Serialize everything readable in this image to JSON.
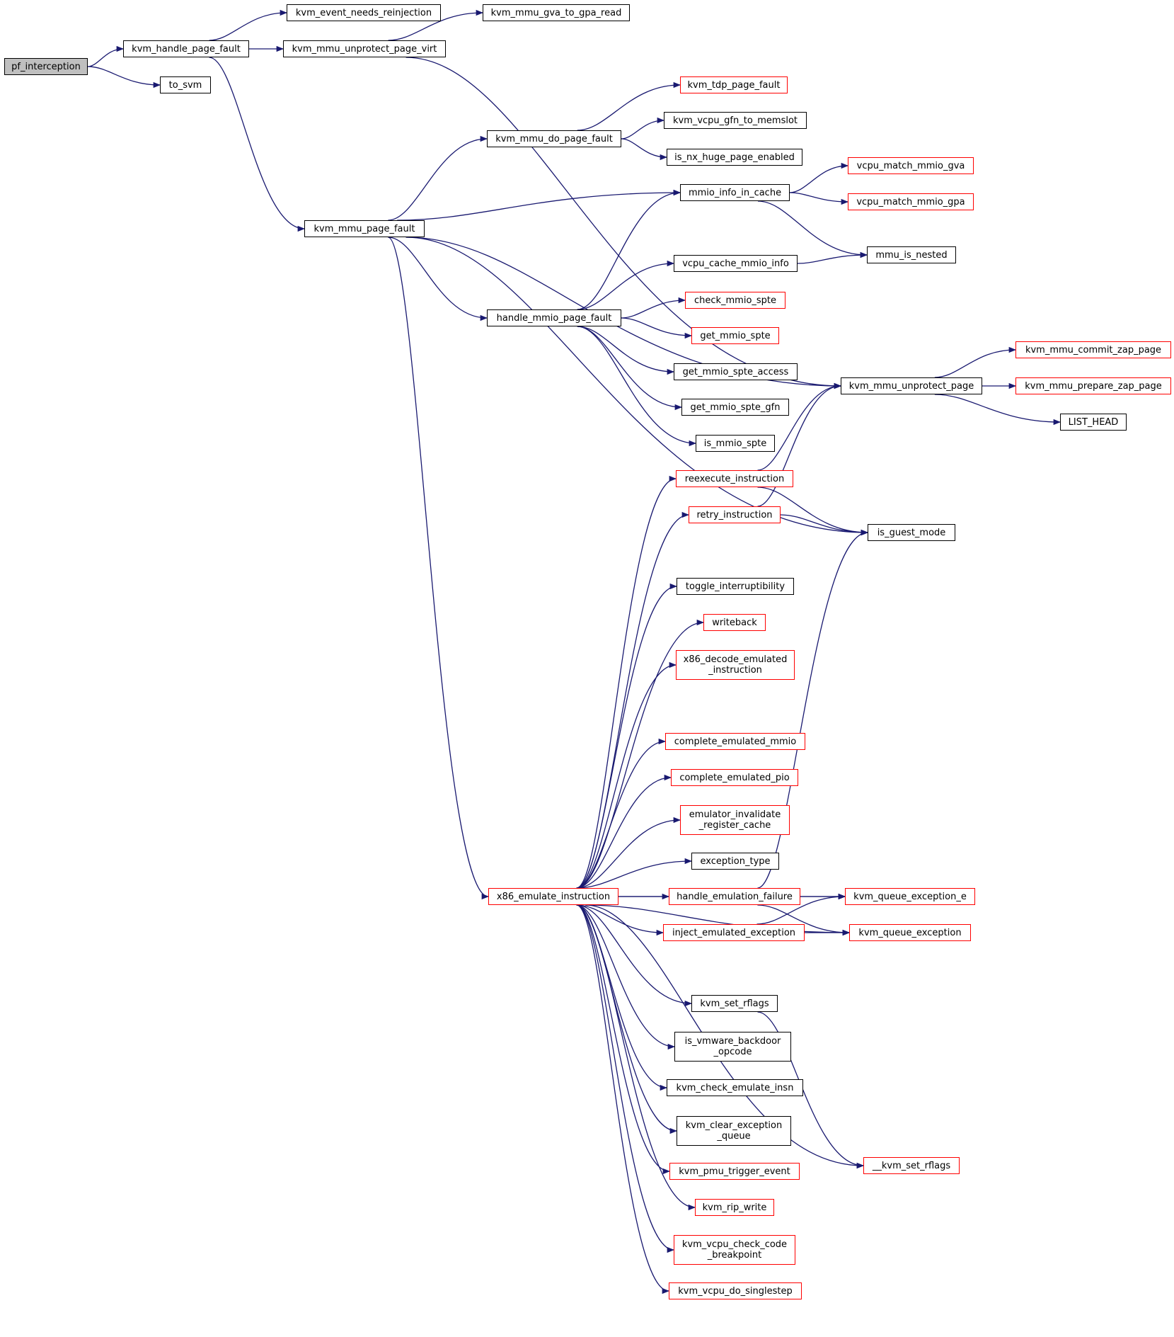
{
  "colors": {
    "edge": "#191970",
    "border_normal": "#000000",
    "border_truncated": "#ff0000",
    "root_fill": "#bfbfbf"
  },
  "nodes": [
    {
      "id": "pf_interception",
      "label": "pf_interception",
      "kind": "root"
    },
    {
      "id": "kvm_handle_page_fault",
      "label": "kvm_handle_page_fault",
      "kind": "normal"
    },
    {
      "id": "to_svm",
      "label": "to_svm",
      "kind": "normal"
    },
    {
      "id": "kvm_event_needs_reinjection",
      "label": "kvm_event_needs_reinjection",
      "kind": "normal"
    },
    {
      "id": "kvm_mmu_unprotect_page_virt",
      "label": "kvm_mmu_unprotect_page_virt",
      "kind": "normal"
    },
    {
      "id": "kvm_mmu_gva_to_gpa_read",
      "label": "kvm_mmu_gva_to_gpa_read",
      "kind": "normal"
    },
    {
      "id": "kvm_mmu_page_fault",
      "label": "kvm_mmu_page_fault",
      "kind": "normal"
    },
    {
      "id": "kvm_mmu_do_page_fault",
      "label": "kvm_mmu_do_page_fault",
      "kind": "normal"
    },
    {
      "id": "kvm_tdp_page_fault",
      "label": "kvm_tdp_page_fault",
      "kind": "red"
    },
    {
      "id": "kvm_vcpu_gfn_to_memslot",
      "label": "kvm_vcpu_gfn_to_memslot",
      "kind": "normal"
    },
    {
      "id": "is_nx_huge_page_enabled",
      "label": "is_nx_huge_page_enabled",
      "kind": "normal"
    },
    {
      "id": "mmio_info_in_cache",
      "label": "mmio_info_in_cache",
      "kind": "normal"
    },
    {
      "id": "vcpu_match_mmio_gva",
      "label": "vcpu_match_mmio_gva",
      "kind": "red"
    },
    {
      "id": "vcpu_match_mmio_gpa",
      "label": "vcpu_match_mmio_gpa",
      "kind": "red"
    },
    {
      "id": "mmu_is_nested",
      "label": "mmu_is_nested",
      "kind": "normal"
    },
    {
      "id": "vcpu_cache_mmio_info",
      "label": "vcpu_cache_mmio_info",
      "kind": "normal"
    },
    {
      "id": "handle_mmio_page_fault",
      "label": "handle_mmio_page_fault",
      "kind": "normal"
    },
    {
      "id": "check_mmio_spte",
      "label": "check_mmio_spte",
      "kind": "red"
    },
    {
      "id": "get_mmio_spte",
      "label": "get_mmio_spte",
      "kind": "red"
    },
    {
      "id": "get_mmio_spte_access",
      "label": "get_mmio_spte_access",
      "kind": "normal"
    },
    {
      "id": "get_mmio_spte_gfn",
      "label": "get_mmio_spte_gfn",
      "kind": "normal"
    },
    {
      "id": "is_mmio_spte",
      "label": "is_mmio_spte",
      "kind": "normal"
    },
    {
      "id": "kvm_mmu_commit_zap_page",
      "label": "kvm_mmu_commit_zap_page",
      "kind": "red"
    },
    {
      "id": "kvm_mmu_unprotect_page",
      "label": "kvm_mmu_unprotect_page",
      "kind": "normal"
    },
    {
      "id": "kvm_mmu_prepare_zap_page",
      "label": "kvm_mmu_prepare_zap_page",
      "kind": "red"
    },
    {
      "id": "LIST_HEAD",
      "label": "LIST_HEAD",
      "kind": "normal"
    },
    {
      "id": "reexecute_instruction",
      "label": "reexecute_instruction",
      "kind": "red"
    },
    {
      "id": "retry_instruction",
      "label": "retry_instruction",
      "kind": "red"
    },
    {
      "id": "is_guest_mode",
      "label": "is_guest_mode",
      "kind": "normal"
    },
    {
      "id": "toggle_interruptibility",
      "label": "toggle_interruptibility",
      "kind": "normal"
    },
    {
      "id": "writeback",
      "label": "writeback",
      "kind": "red"
    },
    {
      "id": "x86_decode_emulated_instruction",
      "label": "x86_decode_emulated\n_instruction",
      "kind": "red"
    },
    {
      "id": "complete_emulated_mmio",
      "label": "complete_emulated_mmio",
      "kind": "red"
    },
    {
      "id": "complete_emulated_pio",
      "label": "complete_emulated_pio",
      "kind": "red"
    },
    {
      "id": "emulator_invalidate_register_cache",
      "label": "emulator_invalidate\n_register_cache",
      "kind": "red"
    },
    {
      "id": "exception_type",
      "label": "exception_type",
      "kind": "normal"
    },
    {
      "id": "x86_emulate_instruction",
      "label": "x86_emulate_instruction",
      "kind": "red"
    },
    {
      "id": "handle_emulation_failure",
      "label": "handle_emulation_failure",
      "kind": "red"
    },
    {
      "id": "kvm_queue_exception_e",
      "label": "kvm_queue_exception_e",
      "kind": "red"
    },
    {
      "id": "inject_emulated_exception",
      "label": "inject_emulated_exception",
      "kind": "red"
    },
    {
      "id": "kvm_queue_exception",
      "label": "kvm_queue_exception",
      "kind": "red"
    },
    {
      "id": "kvm_set_rflags",
      "label": "kvm_set_rflags",
      "kind": "normal"
    },
    {
      "id": "is_vmware_backdoor_opcode",
      "label": "is_vmware_backdoor\n_opcode",
      "kind": "normal"
    },
    {
      "id": "kvm_check_emulate_insn",
      "label": "kvm_check_emulate_insn",
      "kind": "normal"
    },
    {
      "id": "kvm_clear_exception_queue",
      "label": "kvm_clear_exception\n_queue",
      "kind": "normal"
    },
    {
      "id": "__kvm_set_rflags",
      "label": "__kvm_set_rflags",
      "kind": "red"
    },
    {
      "id": "kvm_pmu_trigger_event",
      "label": "kvm_pmu_trigger_event",
      "kind": "red"
    },
    {
      "id": "kvm_rip_write",
      "label": "kvm_rip_write",
      "kind": "red"
    },
    {
      "id": "kvm_vcpu_check_code_breakpoint",
      "label": "kvm_vcpu_check_code\n_breakpoint",
      "kind": "red"
    },
    {
      "id": "kvm_vcpu_do_singlestep",
      "label": "kvm_vcpu_do_singlestep",
      "kind": "red"
    }
  ],
  "edges": [
    [
      "pf_interception",
      "kvm_handle_page_fault"
    ],
    [
      "pf_interception",
      "to_svm"
    ],
    [
      "kvm_handle_page_fault",
      "kvm_event_needs_reinjection"
    ],
    [
      "kvm_handle_page_fault",
      "kvm_mmu_unprotect_page_virt"
    ],
    [
      "kvm_handle_page_fault",
      "kvm_mmu_page_fault"
    ],
    [
      "kvm_mmu_unprotect_page_virt",
      "kvm_mmu_gva_to_gpa_read"
    ],
    [
      "kvm_mmu_unprotect_page_virt",
      "kvm_mmu_unprotect_page"
    ],
    [
      "kvm_mmu_page_fault",
      "kvm_mmu_do_page_fault"
    ],
    [
      "kvm_mmu_page_fault",
      "mmio_info_in_cache"
    ],
    [
      "kvm_mmu_page_fault",
      "kvm_mmu_unprotect_page"
    ],
    [
      "kvm_mmu_page_fault",
      "handle_mmio_page_fault"
    ],
    [
      "kvm_mmu_page_fault",
      "is_guest_mode"
    ],
    [
      "kvm_mmu_page_fault",
      "x86_emulate_instruction"
    ],
    [
      "kvm_mmu_do_page_fault",
      "kvm_tdp_page_fault"
    ],
    [
      "kvm_mmu_do_page_fault",
      "kvm_vcpu_gfn_to_memslot"
    ],
    [
      "kvm_mmu_do_page_fault",
      "is_nx_huge_page_enabled"
    ],
    [
      "mmio_info_in_cache",
      "vcpu_match_mmio_gva"
    ],
    [
      "mmio_info_in_cache",
      "vcpu_match_mmio_gpa"
    ],
    [
      "mmio_info_in_cache",
      "mmu_is_nested"
    ],
    [
      "vcpu_cache_mmio_info",
      "mmu_is_nested"
    ],
    [
      "handle_mmio_page_fault",
      "mmio_info_in_cache"
    ],
    [
      "handle_mmio_page_fault",
      "vcpu_cache_mmio_info"
    ],
    [
      "handle_mmio_page_fault",
      "check_mmio_spte"
    ],
    [
      "handle_mmio_page_fault",
      "get_mmio_spte"
    ],
    [
      "handle_mmio_page_fault",
      "get_mmio_spte_access"
    ],
    [
      "handle_mmio_page_fault",
      "get_mmio_spte_gfn"
    ],
    [
      "handle_mmio_page_fault",
      "is_mmio_spte"
    ],
    [
      "kvm_mmu_unprotect_page",
      "kvm_mmu_commit_zap_page"
    ],
    [
      "kvm_mmu_unprotect_page",
      "kvm_mmu_prepare_zap_page"
    ],
    [
      "kvm_mmu_unprotect_page",
      "LIST_HEAD"
    ],
    [
      "reexecute_instruction",
      "kvm_mmu_unprotect_page"
    ],
    [
      "reexecute_instruction",
      "is_guest_mode"
    ],
    [
      "retry_instruction",
      "kvm_mmu_unprotect_page"
    ],
    [
      "retry_instruction",
      "is_guest_mode"
    ],
    [
      "x86_emulate_instruction",
      "reexecute_instruction"
    ],
    [
      "x86_emulate_instruction",
      "retry_instruction"
    ],
    [
      "x86_emulate_instruction",
      "toggle_interruptibility"
    ],
    [
      "x86_emulate_instruction",
      "writeback"
    ],
    [
      "x86_emulate_instruction",
      "x86_decode_emulated_instruction"
    ],
    [
      "x86_emulate_instruction",
      "kvm_queue_exception_e"
    ],
    [
      "x86_emulate_instruction",
      "complete_emulated_mmio"
    ],
    [
      "x86_emulate_instruction",
      "complete_emulated_pio"
    ],
    [
      "x86_emulate_instruction",
      "emulator_invalidate_register_cache"
    ],
    [
      "x86_emulate_instruction",
      "exception_type"
    ],
    [
      "x86_emulate_instruction",
      "handle_emulation_failure"
    ],
    [
      "x86_emulate_instruction",
      "inject_emulated_exception"
    ],
    [
      "x86_emulate_instruction",
      "kvm_queue_exception"
    ],
    [
      "x86_emulate_instruction",
      "kvm_set_rflags"
    ],
    [
      "x86_emulate_instruction",
      "is_vmware_backdoor_opcode"
    ],
    [
      "x86_emulate_instruction",
      "kvm_check_emulate_insn"
    ],
    [
      "x86_emulate_instruction",
      "kvm_clear_exception_queue"
    ],
    [
      "x86_emulate_instruction",
      "kvm_pmu_trigger_event"
    ],
    [
      "x86_emulate_instruction",
      "kvm_rip_write"
    ],
    [
      "x86_emulate_instruction",
      "kvm_vcpu_check_code_breakpoint"
    ],
    [
      "x86_emulate_instruction",
      "kvm_vcpu_do_singlestep"
    ],
    [
      "x86_emulate_instruction",
      "__kvm_set_rflags"
    ],
    [
      "handle_emulation_failure",
      "is_guest_mode"
    ],
    [
      "handle_emulation_failure",
      "kvm_queue_exception_e"
    ],
    [
      "handle_emulation_failure",
      "kvm_queue_exception"
    ],
    [
      "inject_emulated_exception",
      "kvm_queue_exception_e"
    ],
    [
      "inject_emulated_exception",
      "kvm_queue_exception"
    ],
    [
      "kvm_set_rflags",
      "__kvm_set_rflags"
    ]
  ]
}
